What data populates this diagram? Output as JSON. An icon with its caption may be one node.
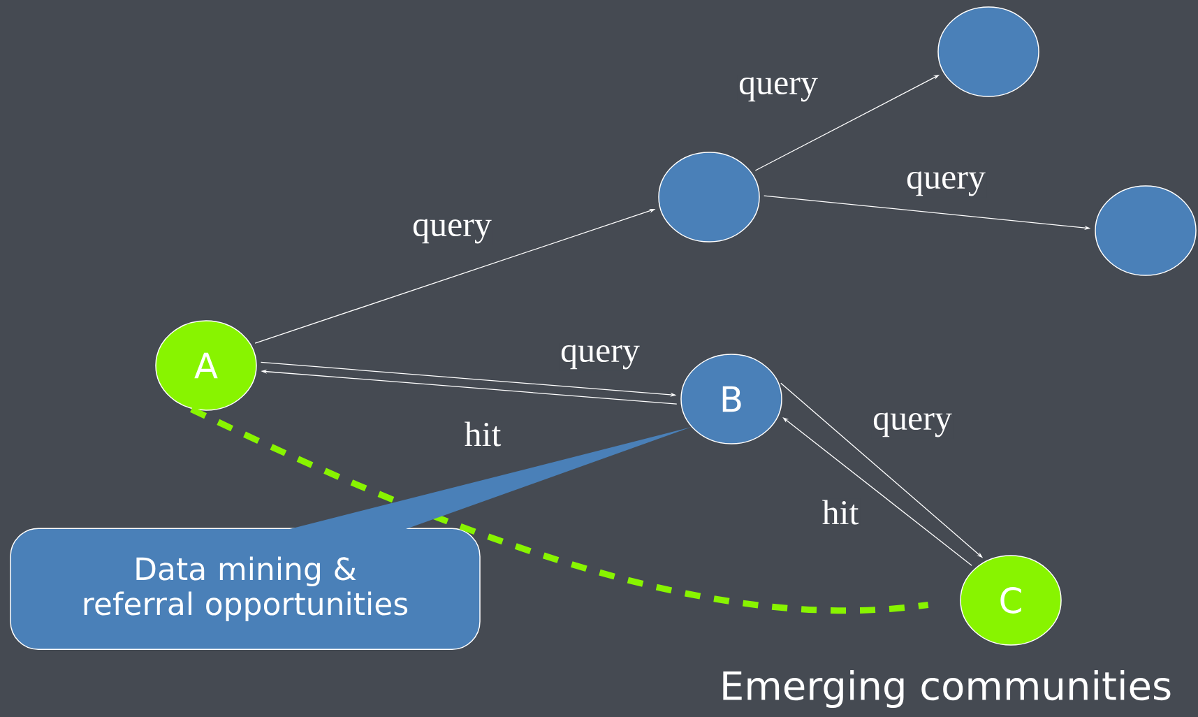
{
  "diagram": {
    "nodes": [
      {
        "text": [
          "A"
        ]
      },
      {
        "text": [],
        "shape": "circle"
      },
      {
        "text": [],
        "shape": "circle"
      },
      {
        "text": [],
        "shape": "circle"
      },
      {
        "text": [
          "B"
        ]
      },
      {
        "text": [
          "C"
        ]
      },
      {
        "text": [
          "Data mining & referral opportunities"
        ]
      }
    ],
    "edges": [
      {
        "from": 0,
        "to": 1,
        "arrow": "to",
        "label": "query"
      },
      {
        "from": 1,
        "to": 2,
        "arrow": "to",
        "label": "query"
      },
      {
        "from": 1,
        "to": 3,
        "arrow": "to",
        "label": "query"
      },
      {
        "from": 0,
        "to": 4,
        "arrow": "to",
        "label": "query"
      },
      {
        "from": 4,
        "to": 0,
        "arrow": "to",
        "label": "hit"
      },
      {
        "from": 4,
        "to": 5,
        "arrow": "to",
        "label": "query"
      },
      {
        "from": 5,
        "to": 4,
        "arrow": "to",
        "label": "hit"
      },
      {
        "from": 0,
        "to": 5,
        "arrow": "none",
        "style": "dashed",
        "color": "#88f400"
      },
      {
        "from": 6,
        "to": 4,
        "arrow": "none"
      }
    ],
    "labels": [
      "Emerging communities"
    ]
  }
}
